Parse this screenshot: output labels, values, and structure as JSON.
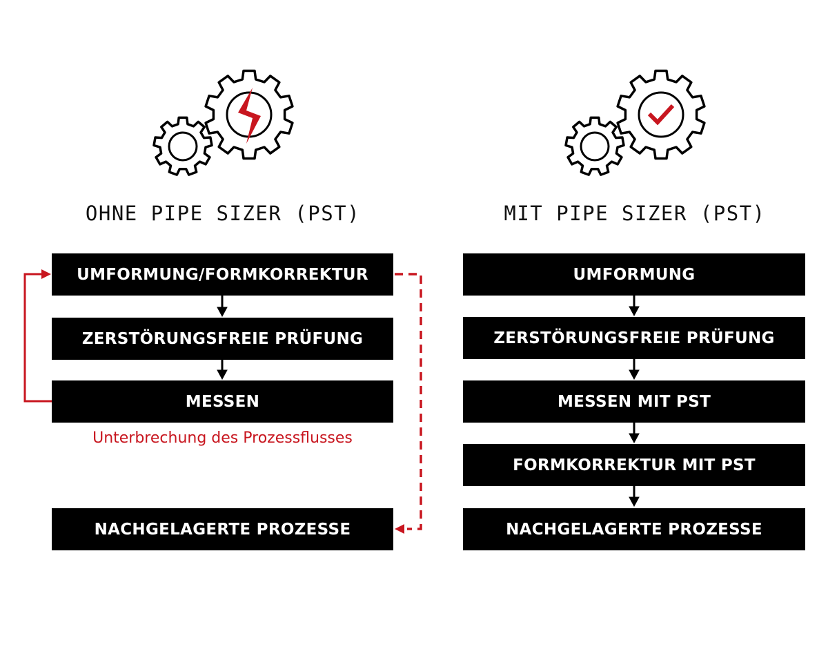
{
  "colors": {
    "accent": "#c8161f",
    "box": "#000000",
    "text": "#ffffff"
  },
  "left": {
    "title": "OHNE PIPE SIZER (PST)",
    "icon": "gears-lightning-icon",
    "steps": [
      "UMFORMUNG/FORMKORREKTUR",
      "ZERSTÖRUNGSFREIE PRÜFUNG",
      "MESSEN"
    ],
    "final_step": "NACHGELAGERTE PROZESSE",
    "note": "Unterbrechung des Prozessflusses"
  },
  "right": {
    "title": "MIT PIPE SIZER (PST)",
    "icon": "gears-checkmark-icon",
    "steps": [
      "UMFORMUNG",
      "ZERSTÖRUNGSFREIE PRÜFUNG",
      "MESSEN MIT PST",
      "FORMKORREKTUR MIT PST",
      "NACHGELAGERTE PROZESSE"
    ]
  }
}
